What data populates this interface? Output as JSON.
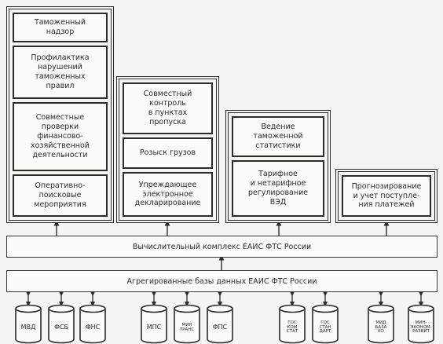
{
  "col1": [
    "Таможенный\nнадзор",
    "Профилактика\nнарушений\nтаможенных\nправил",
    "Совместные\nпроверки\nфинансово-\nхозяйственной\nдеятельности",
    "Оперативно-\nпоисковые\nмероприятия"
  ],
  "col2": [
    "Совместный\nконтроль\nв пунктах\nпропуска",
    "Розыск грузов",
    "Упреждающее\nэлектронное\nдекларирование"
  ],
  "col3": [
    "Ведение\nтаможенной\nстатистики",
    "Тарифное\nи нетарифное\nрегулирование\nВЭД"
  ],
  "col4": [
    "Прогнозирование\nи учет поступле-\nния платежей"
  ],
  "compute_bar": "Вычислительный комплекс ЕАИС ФТС России",
  "db_bar": "Агрегированные базы данных ЕАИС ФТС России",
  "databases": [
    "МВД",
    "ФСБ",
    "ФНС",
    "МПС",
    "МИН\nТРАНС",
    "ФПС",
    "ГОС\nКОМ\nСТАТ",
    "ГОС\nСТАН\nДАРТ",
    "МИД\nБАЗА\nЕО",
    "МИН-\nЭКОНОМ-\nРАЗВИТ"
  ]
}
